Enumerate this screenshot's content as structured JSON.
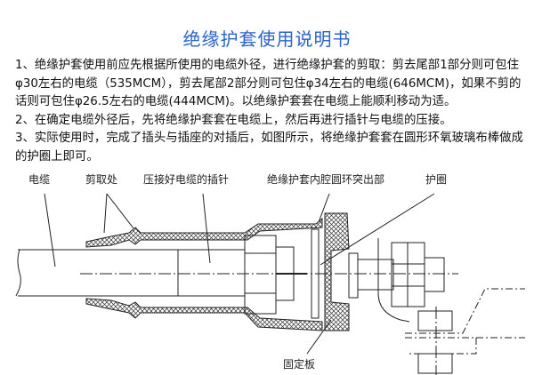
{
  "title": "绝缘护套使用说明书",
  "paragraphs": [
    "1、绝缘护套使用前应先根据所使用的电缆外径，进行绝缘护套的剪取：剪去尾部1部分则可包住φ30左右的电缆（535MCM），剪去尾部2部分则可包住φ34左右的电缆(646MCM)，如果不剪的话则可包住φ26.5左右的电缆(444MCM)。以绝缘护套套在电缆上能顺利移动为适。",
    "2、在确定电缆外径后，先将绝缘护套套在电缆上，然后再进行插针与电缆的压接。",
    "3、实际使用时，完成了插头与插座的对插后，如图所示，将绝缘护套套在圆形环氧玻璃布棒做成的护圈上即可。"
  ],
  "diagram_labels": {
    "cable": "电缆",
    "cut_point": "剪取处",
    "crimped_pin": "压接好电缆的插针",
    "inner_ring": "绝缘护套内腔圆环突出部",
    "guard_ring": "护圈",
    "fixing_plate": "固定板"
  }
}
